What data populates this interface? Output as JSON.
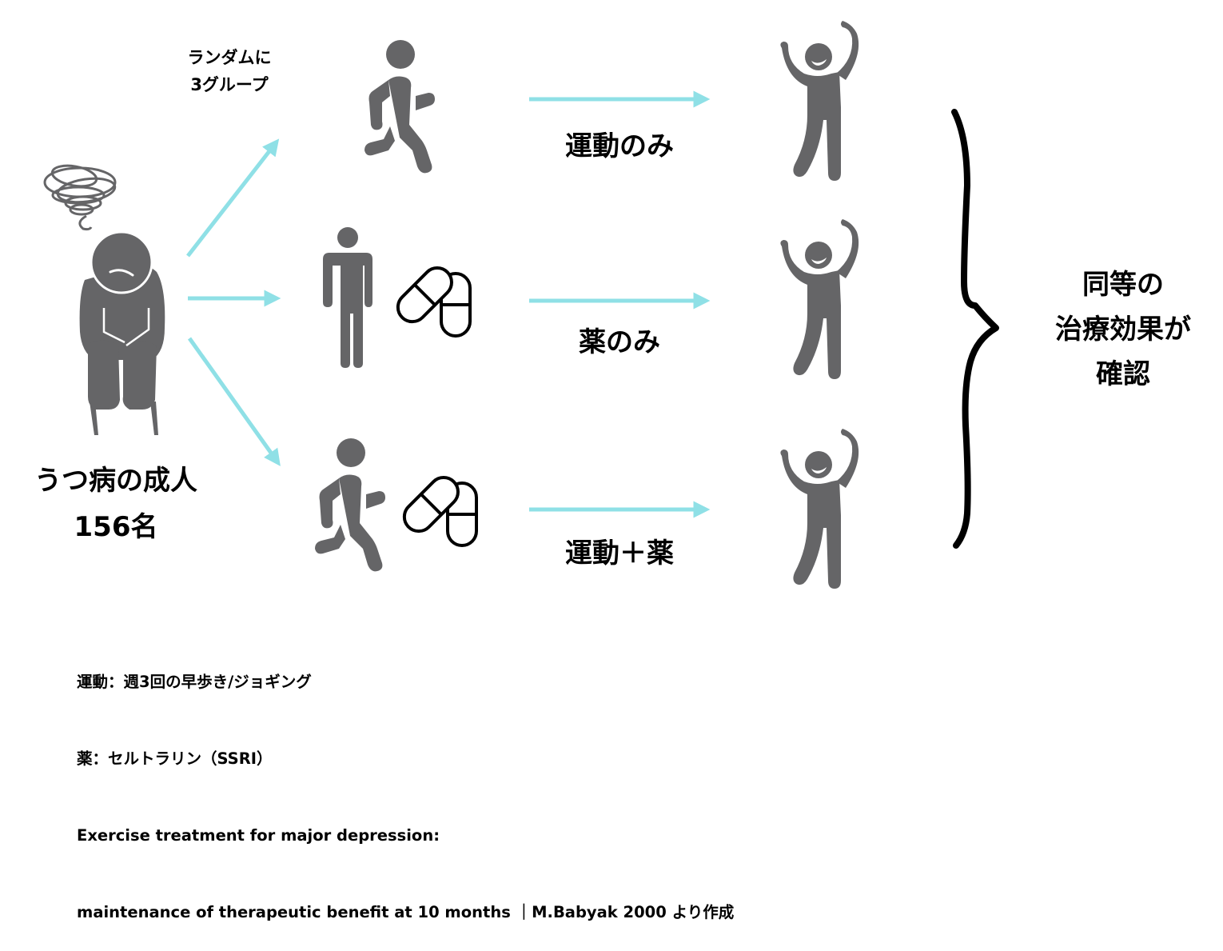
{
  "colors": {
    "figure_gray": "#656567",
    "arrow_cyan": "#8fe0e6",
    "text": "#000000",
    "background": "#ffffff"
  },
  "population": {
    "label_line1": "うつ病の成人",
    "label_line2": "156名",
    "icon": "depressed-seated-person-icon"
  },
  "randomization": {
    "label_line1": "ランダムに",
    "label_line2": "3グループ"
  },
  "groups": [
    {
      "id": "exercise",
      "label": "運動のみ",
      "icons": [
        "running-person-icon"
      ],
      "outcome_icon": "happy-person-icon"
    },
    {
      "id": "medication",
      "label": "薬のみ",
      "icons": [
        "standing-person-icon",
        "capsules-icon"
      ],
      "outcome_icon": "happy-person-icon"
    },
    {
      "id": "combined",
      "label": "運動＋薬",
      "icons": [
        "running-person-icon",
        "capsules-icon"
      ],
      "outcome_icon": "happy-person-icon"
    }
  ],
  "conclusion": {
    "line1": "同等の",
    "line2": "治療効果が",
    "line3": "確認"
  },
  "footnotes": {
    "line1": "運動：週3回の早歩き/ジョギング",
    "line2": "薬：セルトラリン（SSRI）",
    "line3": "Exercise treatment for major depression:",
    "line4": "maintenance of therapeutic benefit at 10 months ｜M.Babyak 2000 より作成"
  }
}
